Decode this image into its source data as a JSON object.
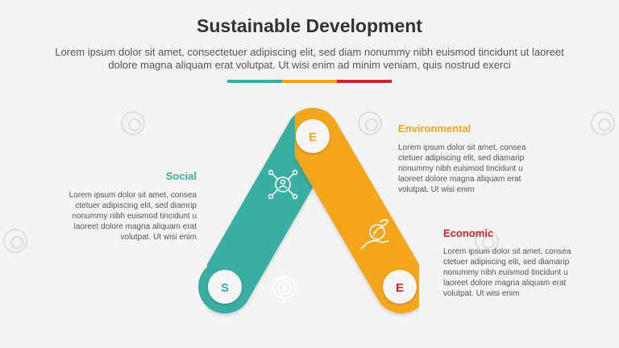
{
  "title": "Sustainable Development",
  "intro": "Lorem ipsum dolor sit amet, consectetuer adipiscing elit, sed diam nonummy nibh euismod tincidunt ut laoreet dolore magna aliquam erat volutpat. Ut wisi enim ad minim veniam, quis nostrud exerci",
  "colors": {
    "teal": "#3aaea3",
    "orange": "#f3a61c",
    "red": "#c6262f"
  },
  "nodes": {
    "top": {
      "letter": "E"
    },
    "left": {
      "letter": "S"
    },
    "right": {
      "letter": "E"
    }
  },
  "icons": {
    "left_bar": "people-network-icon",
    "right_bar": "hand-leaf-icon",
    "bottom_bar": "dollar-gear-icon"
  },
  "sections": {
    "social": {
      "title": "Social",
      "body": "Lorem ipsum dolor sit amet, consea ctetuer adipiscing elit, sed diamrip nonummy nibh euismod tincidunt u laoreet dolore magna aliquam erat volutpat. Ut wisi enim"
    },
    "environmental": {
      "title": "Environmental",
      "body": "Lorem ipsum dolor sit amet, consea ctetuer adipiscing elit, sed diamarip nonummy nibh euismod tincidunt u laoreet dolore magna aliquam erat volutpat. Ut wisi enim"
    },
    "economic": {
      "title": "Economic",
      "body": "Lorem ipsum dolor sit amet, consea ctetuer adipiscing elit, sed diamarip nonummy nibh euismod tincidunt u laoreet dolore magna aliquam erat volutpat. Ut wisi enim"
    }
  }
}
